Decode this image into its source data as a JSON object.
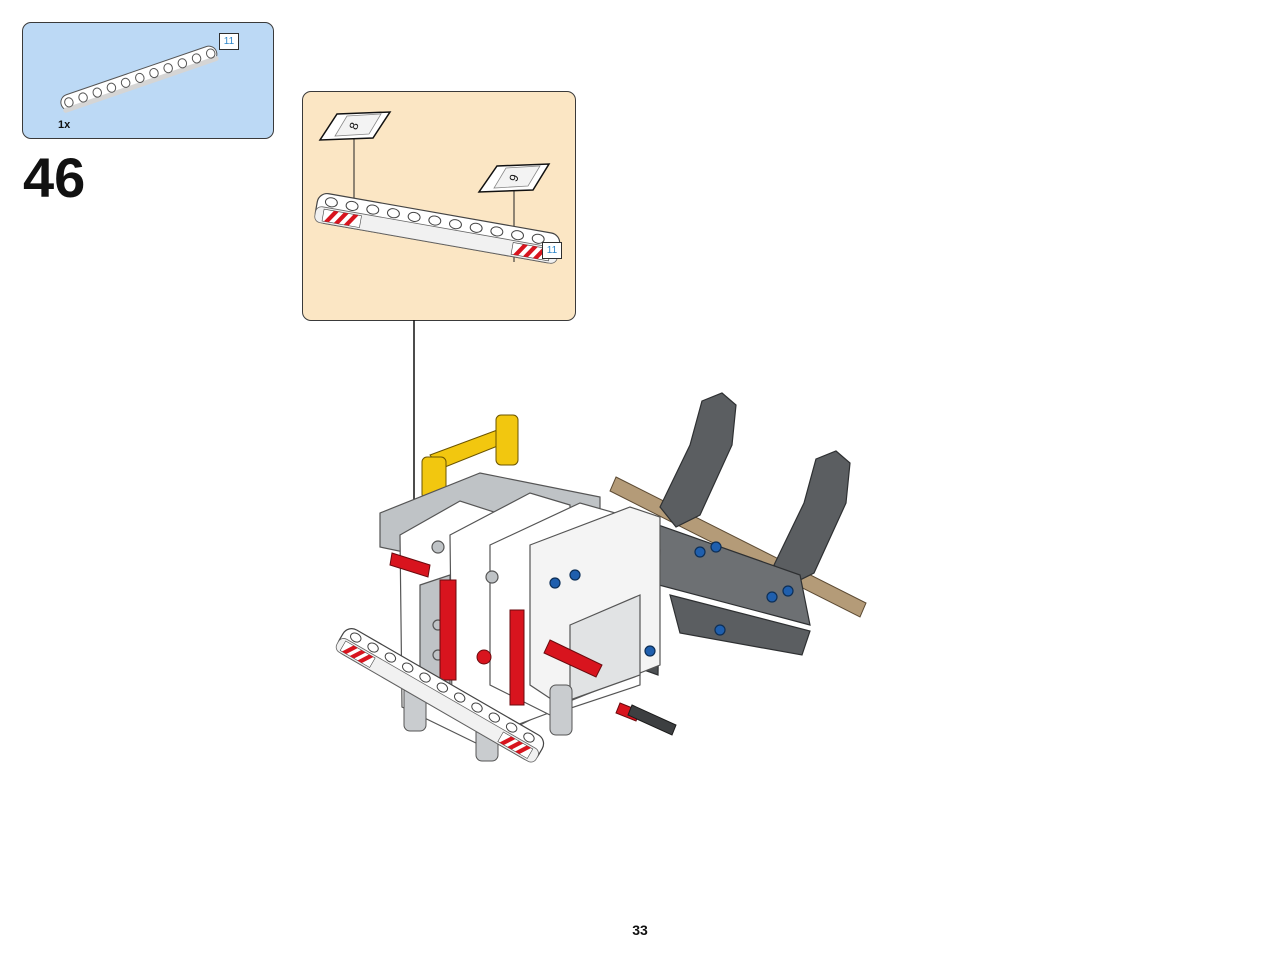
{
  "parts_callout": {
    "beam_length": "11",
    "quantity": "1x"
  },
  "step": {
    "number": "46"
  },
  "subassembly": {
    "beam_length": "11",
    "sticker_left": "8",
    "sticker_right": "9"
  },
  "page": {
    "number": "33"
  },
  "colors": {
    "parts_bg": "#bcd9f5",
    "subassembly_bg": "#fbe6c4",
    "white_part": "#ffffff",
    "light_gray_part": "#bfc3c6",
    "dark_gray_part": "#5b5e61",
    "red_part": "#d8141e",
    "yellow_part": "#f2c70f",
    "blue_part": "#1f5fae",
    "tan_part": "#b49b78"
  }
}
